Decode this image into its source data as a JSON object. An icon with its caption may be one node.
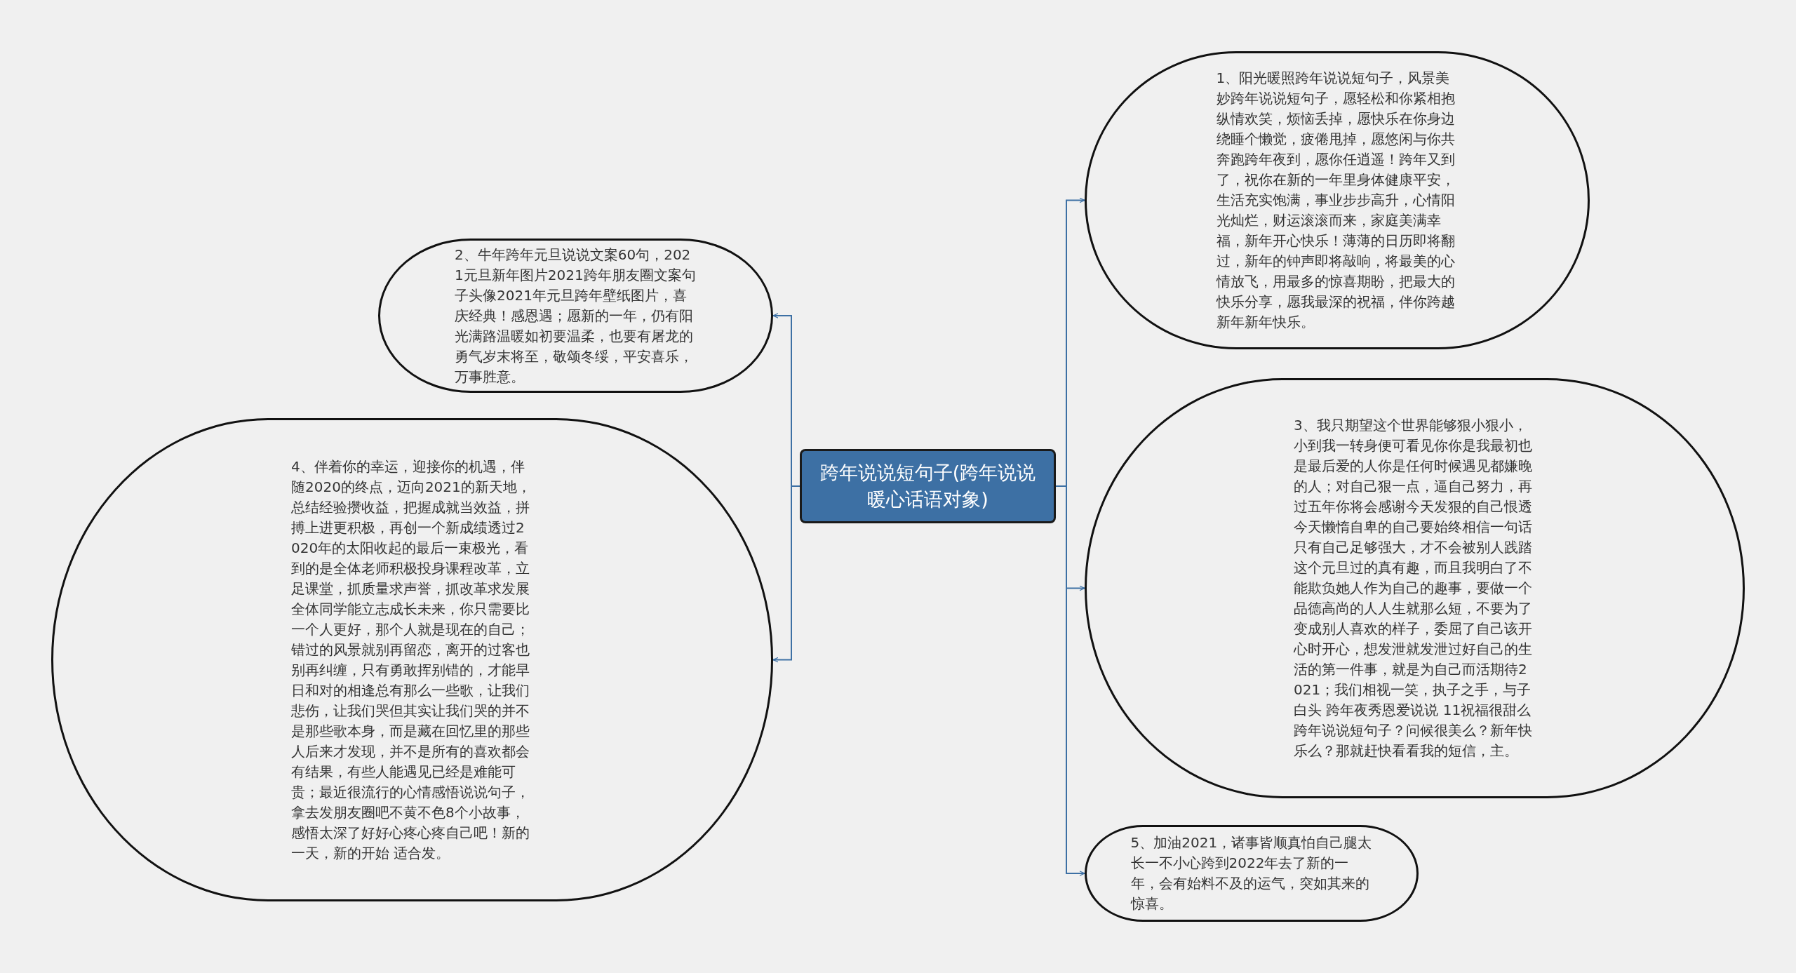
{
  "diagram": {
    "nodes": [
      {
        "text": [
          "跨年说说短句子(跨年说说暖心话语对象)"
        ]
      },
      {
        "text": [
          "1、阳光暖照跨年说说短句子，风景美妙跨年说说短句子，愿轻松和你紧相抱纵情欢笑，烦恼丢掉，愿快乐在你身边绕睡个懒觉，疲倦甩掉，愿悠闲与你共奔跑跨年夜到，愿你任逍遥！跨年又到了，祝你在新的一年里身体健康平安，生活充实饱满，事业步步高升，心情阳光灿烂，财运滚滚而来，家庭美满幸福，新年开心快乐！薄薄的日历即将翻过，新年的钟声即将敲响，将最美的心情放飞，用最多的惊喜期盼，把最大的快乐分享，愿我最深的祝福，伴你跨越新年新年快乐。"
        ]
      },
      {
        "text": [
          "2、牛年跨年元旦说说文案60句，2021元旦新年图片2021跨年朋友圈文案句子头像2021年元旦跨年壁纸图片，喜庆经典！感恩遇；愿新的一年，仍有阳光满路温暖如初要温柔，也要有屠龙的勇气岁末将至，敬颂冬绥，平安喜乐，万事胜意。"
        ]
      },
      {
        "text": [
          "3、我只期望这个世界能够狠小狠小，小到我一转身便可看见你你是我最初也是最后爱的人你是任何时候遇见都嫌晚的人；对自己狠一点，逼自己努力，再过五年你将会感谢今天发狠的自己恨透今天懒惰自卑的自己要始终相信一句话只有自己足够强大，才不会被别人践踏这个元旦过的真有趣，而且我明白了不能欺负她人作为自己的趣事，要做一个品德高尚的人人生就那么短，不要为了变成别人喜欢的样子，委屈了自己该开心时开心，想发泄就发泄过好自己的生活的第一件事，就是为自己而活期待2021；我们相视一笑，执子之手，与子白头 跨年夜秀恩爱说说 11祝福很甜么跨年说说短句子？问候很美么？新年快乐么？那就赶快看看我的短信，主。"
        ]
      },
      {
        "text": [
          "4、伴着你的幸运，迎接你的机遇，伴随2020的终点，迈向2021的新天地，总结经验攒收益，把握成就当效益，拼搏上进更积极，再创一个新成绩透过2020年的太阳收起的最后一束极光，看到的是全体老师积极投身课程改革，立足课堂，抓质量求声誉，抓改革求发展全体同学能立志成长未来，你只需要比一个人更好，那个人就是现在的自己；错过的风景就别再留恋，离开的过客也别再纠缠，只有勇敢挥别错的，才能早日和对的相逢总有那么一些歌，让我们悲伤，让我们哭但其实让我们哭的并不是那些歌本身，而是藏在回忆里的那些人后来才发现，并不是所有的喜欢都会有结果，有些人能遇见已经是难能可贵；最近很流行的心情感悟说说句子，拿去发朋友圈吧不黄不色8个小故事，感悟太深了好好心疼心疼自己吧！新的一天，新的开始 适合发。"
        ]
      },
      {
        "text": [
          "5、加油2021，诸事皆顺真怕自己腿太长一不小心跨到2022年去了新的一年，会有始料不及的运气，突如其来的惊喜。"
        ]
      }
    ],
    "edges": [
      {
        "from": 0,
        "to": 1,
        "arrow": "to"
      },
      {
        "from": 0,
        "to": 2,
        "arrow": "to"
      },
      {
        "from": 0,
        "to": 3,
        "arrow": "to"
      },
      {
        "from": 0,
        "to": 4,
        "arrow": "to"
      },
      {
        "from": 0,
        "to": 5,
        "arrow": "to"
      }
    ]
  }
}
